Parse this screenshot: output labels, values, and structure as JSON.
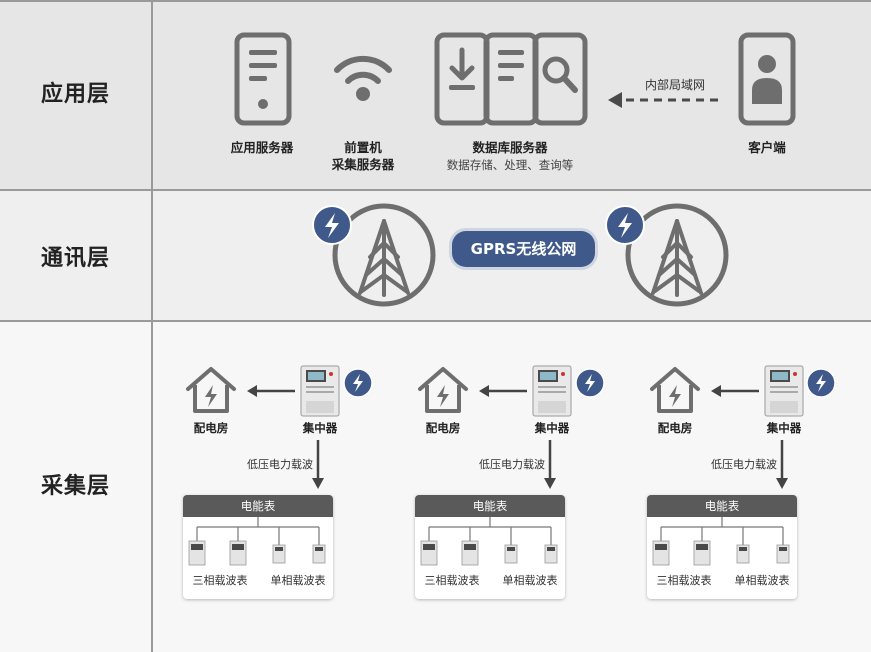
{
  "layers": {
    "app": "应用层",
    "comm": "通讯层",
    "collect": "采集层"
  },
  "app_layer": {
    "app_server": "应用服务器",
    "front_line1": "前置机",
    "front_line2": "采集服务器",
    "db_server": "数据库服务器",
    "db_desc": "数据存储、处理、查询等",
    "lan": "内部局域网",
    "client": "客户端"
  },
  "comm_layer": {
    "gprs": "GPRS无线公网"
  },
  "collect_layer": {
    "groups": [
      {
        "substation": "配电房",
        "concentrator": "集中器",
        "carrier": "低压电力载波",
        "meter_title": "电能表",
        "three_phase": "三相载波表",
        "single_phase": "单相载波表"
      },
      {
        "substation": "配电房",
        "concentrator": "集中器",
        "carrier": "低压电力载波",
        "meter_title": "电能表",
        "three_phase": "三相载波表",
        "single_phase": "单相载波表"
      },
      {
        "substation": "配电房",
        "concentrator": "集中器",
        "carrier": "低压电力载波",
        "meter_title": "电能表",
        "three_phase": "三相载波表",
        "single_phase": "单相载波表"
      }
    ]
  },
  "colors": {
    "icon_gray": "#6e6e6e",
    "accent_blue": "#3f5a8a"
  }
}
